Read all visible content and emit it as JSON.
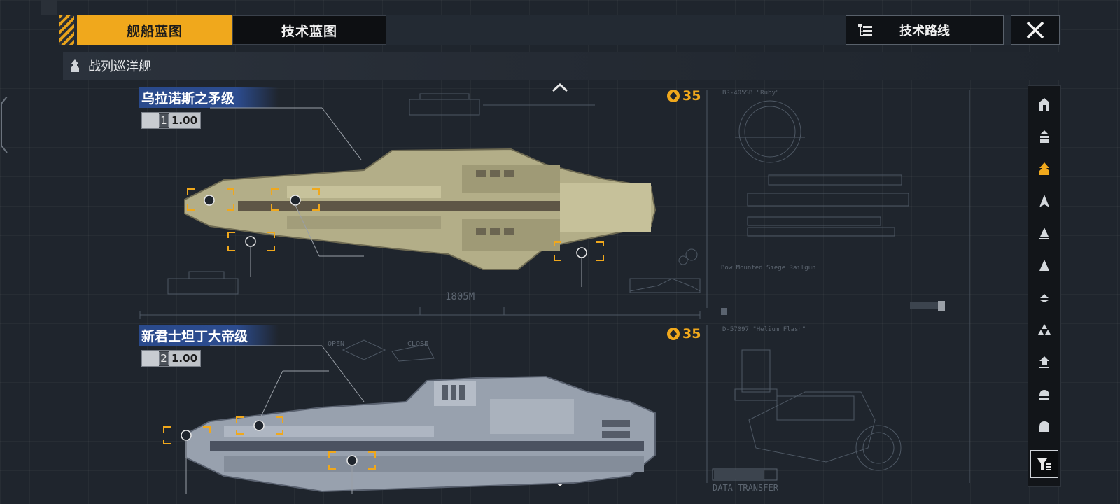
{
  "header": {
    "tabs": [
      {
        "label": "舰船蓝图",
        "active": true
      },
      {
        "label": "技术蓝图",
        "active": false
      }
    ],
    "route_button": "技术路线",
    "close_icon": "close-icon"
  },
  "category": {
    "title": "战列巡洋舰",
    "icon": "battlecruiser-icon"
  },
  "ships": [
    {
      "name": "乌拉诺斯之矛级",
      "tier": "1",
      "version": "1.00",
      "version_suffix": ".00",
      "cost": "35",
      "hull_color": "#b9b48c"
    },
    {
      "name": "新君士坦丁大帝级",
      "tier": "2",
      "version": "1.00",
      "version_suffix": ".00",
      "cost": "35",
      "hull_color": "#9aa3b0"
    }
  ],
  "blueprint_labels": {
    "length": "1805M",
    "open": "OPEN",
    "close": "CLOSE",
    "data_transfer": "DATA TRANSFER",
    "weapon_a": "Bow Mounted Siege Railgun",
    "weapon_b": "BR-405SB \"Ruby\"",
    "weapon_c": "D-57097 \"Helium Flash\""
  },
  "sidenav": {
    "items": [
      {
        "name": "carrier-icon",
        "active": false
      },
      {
        "name": "battleship-icon",
        "active": false
      },
      {
        "name": "battlecruiser-icon",
        "active": true
      },
      {
        "name": "cruiser-icon",
        "active": false
      },
      {
        "name": "destroyer-icon",
        "active": false
      },
      {
        "name": "frigate-icon",
        "active": false
      },
      {
        "name": "corvette-icon",
        "active": false
      },
      {
        "name": "fighter-icon",
        "active": false
      },
      {
        "name": "support-icon",
        "active": false
      },
      {
        "name": "auxiliary-icon",
        "active": false
      },
      {
        "name": "utility-icon",
        "active": false
      },
      {
        "name": "filter-icon",
        "active": false
      }
    ]
  },
  "colors": {
    "accent": "#f0a81c",
    "title_bar": "#2c4c8f",
    "background": "#1f252d"
  }
}
